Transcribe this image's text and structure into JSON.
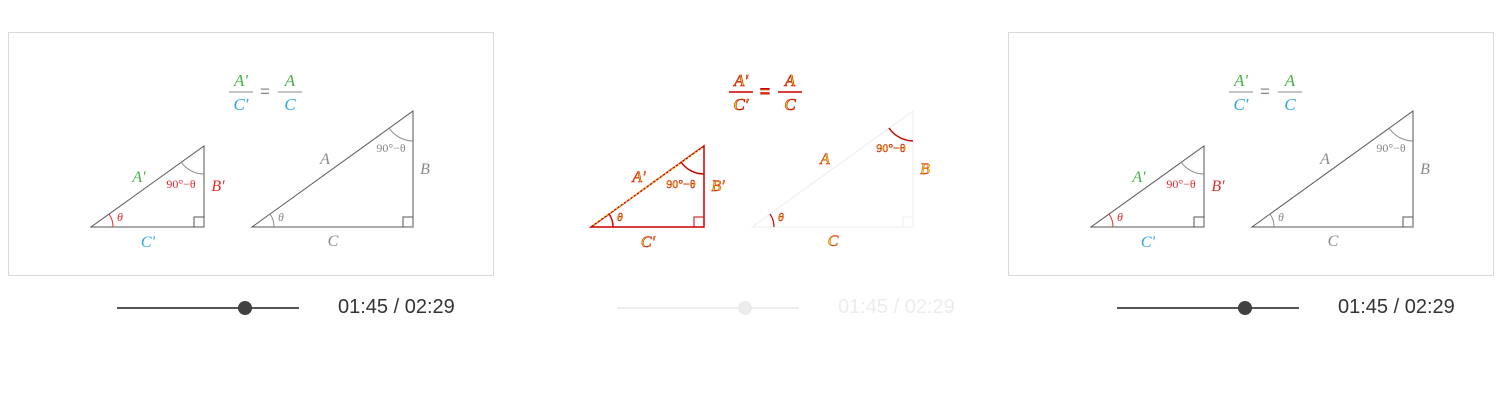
{
  "colors": {
    "green": "#45b245",
    "blue": "#2aa4e8",
    "red": "#e0292b",
    "gray": "#888888",
    "line": "#555555",
    "ghost_line": "#cc0000",
    "ghost_fill": "#f2e600",
    "ghost_light": "#e8e8e8"
  },
  "equation": {
    "num1": "A′",
    "den1": "C′",
    "equals": "=",
    "num2": "A",
    "den2": "C"
  },
  "small_triangle": {
    "hyp": "A′",
    "side": "B′",
    "base": "C′",
    "angle": "θ",
    "top_angle": "90°−θ"
  },
  "large_triangle": {
    "hyp": "A",
    "side": "B",
    "base": "C",
    "angle": "θ",
    "top_angle": "90°−θ"
  },
  "player": {
    "time": "01:45 / 02:29",
    "progress": 0.705
  }
}
